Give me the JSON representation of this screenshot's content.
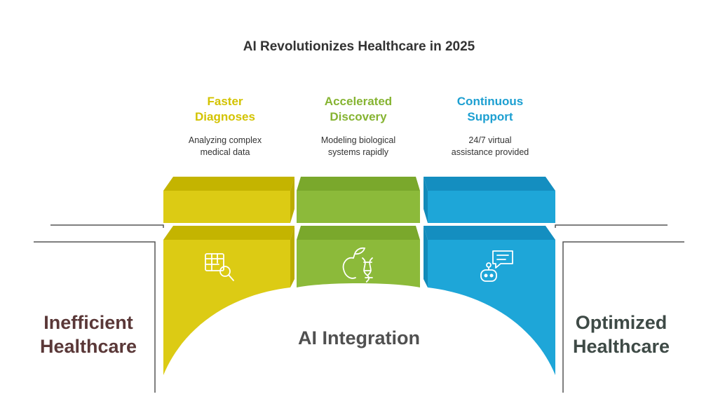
{
  "title": "AI Revolutionizes Healthcare in 2025",
  "pillars": [
    {
      "title_line1": "Faster",
      "title_line2": "Diagnoses",
      "desc_line1": "Analyzing complex",
      "desc_line2": "medical data",
      "color": "#dccb14",
      "title_color": "#d3c300",
      "icon": "table-search-icon"
    },
    {
      "title_line1": "Accelerated",
      "title_line2": "Discovery",
      "desc_line1": "Modeling biological",
      "desc_line2": "systems rapidly",
      "color": "#8cba3a",
      "title_color": "#86b432",
      "icon": "apple-dna-icon"
    },
    {
      "title_line1": "Continuous",
      "title_line2": "Support",
      "desc_line1": "24/7 virtual",
      "desc_line2": "assistance provided",
      "color": "#1ea6d8",
      "title_color": "#1c9fd1",
      "icon": "chatbot-icon"
    }
  ],
  "left_label": {
    "line1": "Inefficient",
    "line2": "Healthcare",
    "color": "#5a3838"
  },
  "right_label": {
    "line1": "Optimized",
    "line2": "Healthcare",
    "color": "#3e4a46"
  },
  "center_label": "AI Integration"
}
